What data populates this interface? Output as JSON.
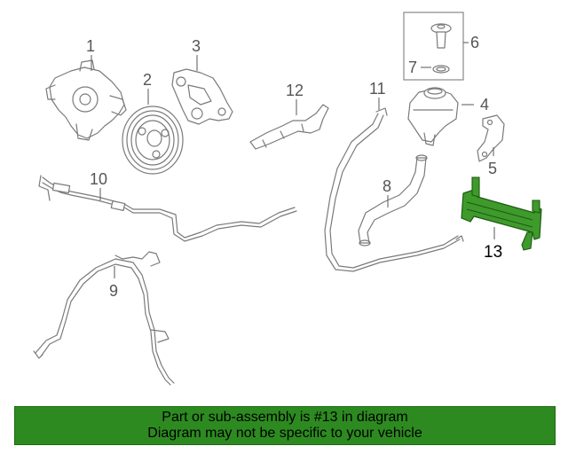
{
  "colors": {
    "banner_bg": "#2d8a20",
    "highlight_part": "#3f9a2c",
    "line_art": "#7a7a7a"
  },
  "callouts": {
    "c1": "1",
    "c2": "2",
    "c3": "3",
    "c4": "4",
    "c5": "5",
    "c6": "6",
    "c7": "7",
    "c8": "8",
    "c9": "9",
    "c10": "10",
    "c11": "11",
    "c12": "12",
    "c13": "13"
  },
  "banner": {
    "line1": "Part or sub-assembly is #13 in diagram",
    "line2": "Diagram may not be specific to your vehicle"
  }
}
